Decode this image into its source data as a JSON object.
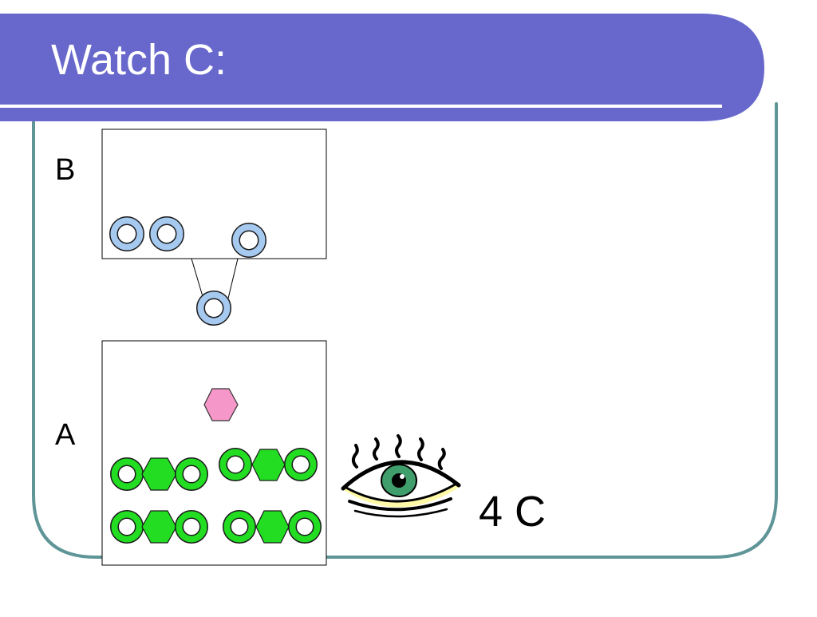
{
  "slide": {
    "title": "Watch C:",
    "title_color": "#ffffff",
    "banner_color": "#6868cc",
    "frame_color": "#5f9597"
  },
  "diagram": {
    "container_b_label": "B",
    "container_a_label": "A",
    "annotation": "4 C",
    "icons": [
      "eye-icon"
    ],
    "colors": {
      "ring_blue": "#a6c9f0",
      "hexagon_pink": "#f597c9",
      "molecule_green": "#22dd22",
      "eye_yellow": "#fff9a8",
      "iris_green": "#3f9e6b"
    }
  }
}
